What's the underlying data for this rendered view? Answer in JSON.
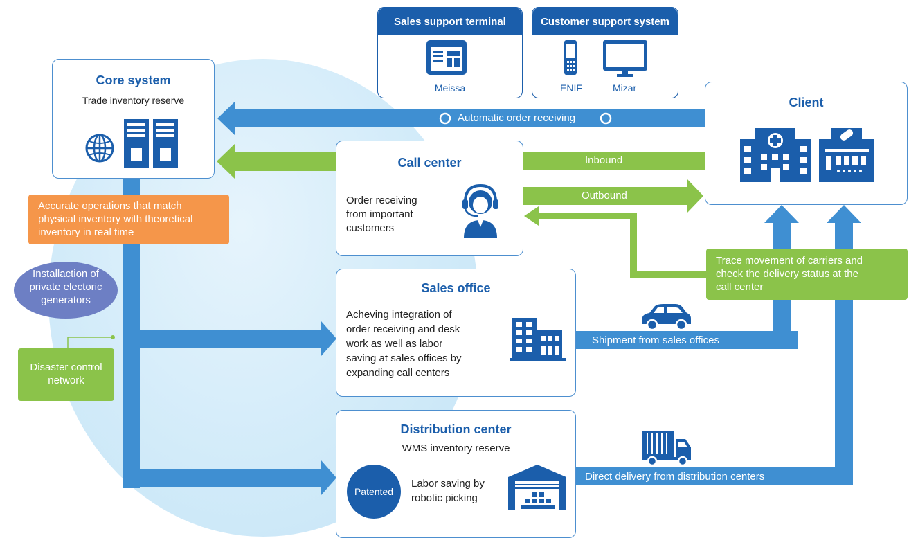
{
  "sales_support": {
    "title": "Sales support terminal",
    "label": "Meissa"
  },
  "customer_support": {
    "title": "Customer support system",
    "label_left": "ENIF",
    "label_right": "Mizar"
  },
  "core": {
    "title": "Core system",
    "subtitle": "Trade inventory reserve"
  },
  "client": {
    "title": "Client"
  },
  "call_center": {
    "title": "Call center",
    "line1": "Order receiving",
    "line2": "from important",
    "line3": "customers"
  },
  "sales_office": {
    "title": "Sales office",
    "line1": "Acheving integration of",
    "line2": "order receiving and desk",
    "line3": "work as well as labor",
    "line4": "saving at sales offices by",
    "line5": "expanding call centers"
  },
  "distribution": {
    "title": "Distribution center",
    "subtitle": "WMS inventory reserve",
    "badge": "Patented",
    "line1": "Labor saving by",
    "line2": "robotic picking"
  },
  "arrows": {
    "automatic": "Automatic order receiving",
    "inbound": "Inbound",
    "outbound": "Outbound",
    "shipment": "Shipment from sales offices",
    "direct": "Direct delivery from distribution centers"
  },
  "notes": {
    "accurate": [
      "Accurate operations that match",
      "physical inventory with theoretical",
      "inventory in real time"
    ],
    "generators": [
      "Installaction of",
      "private electoric",
      "generators"
    ],
    "disaster": [
      "Disaster control",
      "network"
    ],
    "trace": [
      "Trace movement of carriers and",
      "check the delivery status at the",
      "call center"
    ]
  },
  "colors": {
    "blue_dark": "#1b5eab",
    "blue_arrow": "#3f8fd2",
    "green": "#8bc34a",
    "orange": "#f5964a",
    "purple": "#6d7fc4"
  }
}
